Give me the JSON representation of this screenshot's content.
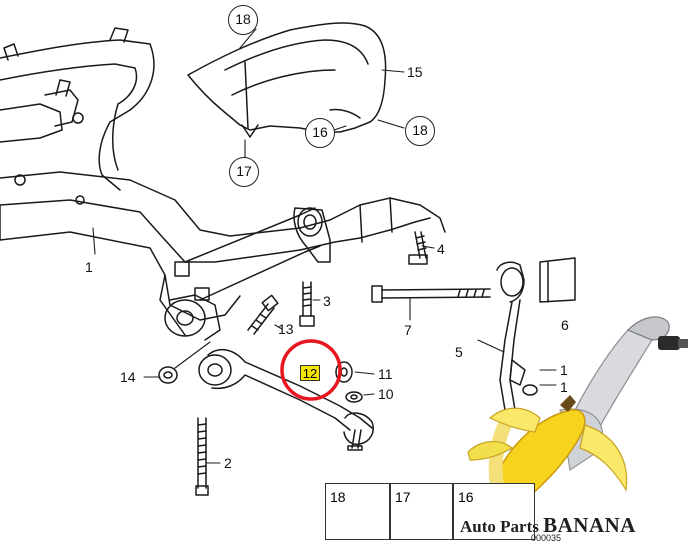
{
  "diagram": {
    "callouts": {
      "c18a": "18",
      "c15": "15",
      "c16": "16",
      "c18b": "18",
      "c17": "17",
      "c1": "1",
      "c4": "4",
      "c3": "3",
      "c7": "7",
      "c6": "6",
      "c13": "13",
      "c5": "5",
      "c14": "14",
      "c12": "12",
      "c11": "11",
      "c10": "10",
      "c11b": "1",
      "c10b": "1",
      "c2": "2"
    },
    "parts_boxes": [
      {
        "number": "18"
      },
      {
        "number": "17"
      },
      {
        "number": "16"
      }
    ],
    "reference_code": "000035",
    "highlight_color": "#e8161e",
    "label_highlight_color": "#f4e600"
  },
  "watermark": {
    "part1": "Auto Parts ",
    "part2": "BANANA"
  }
}
